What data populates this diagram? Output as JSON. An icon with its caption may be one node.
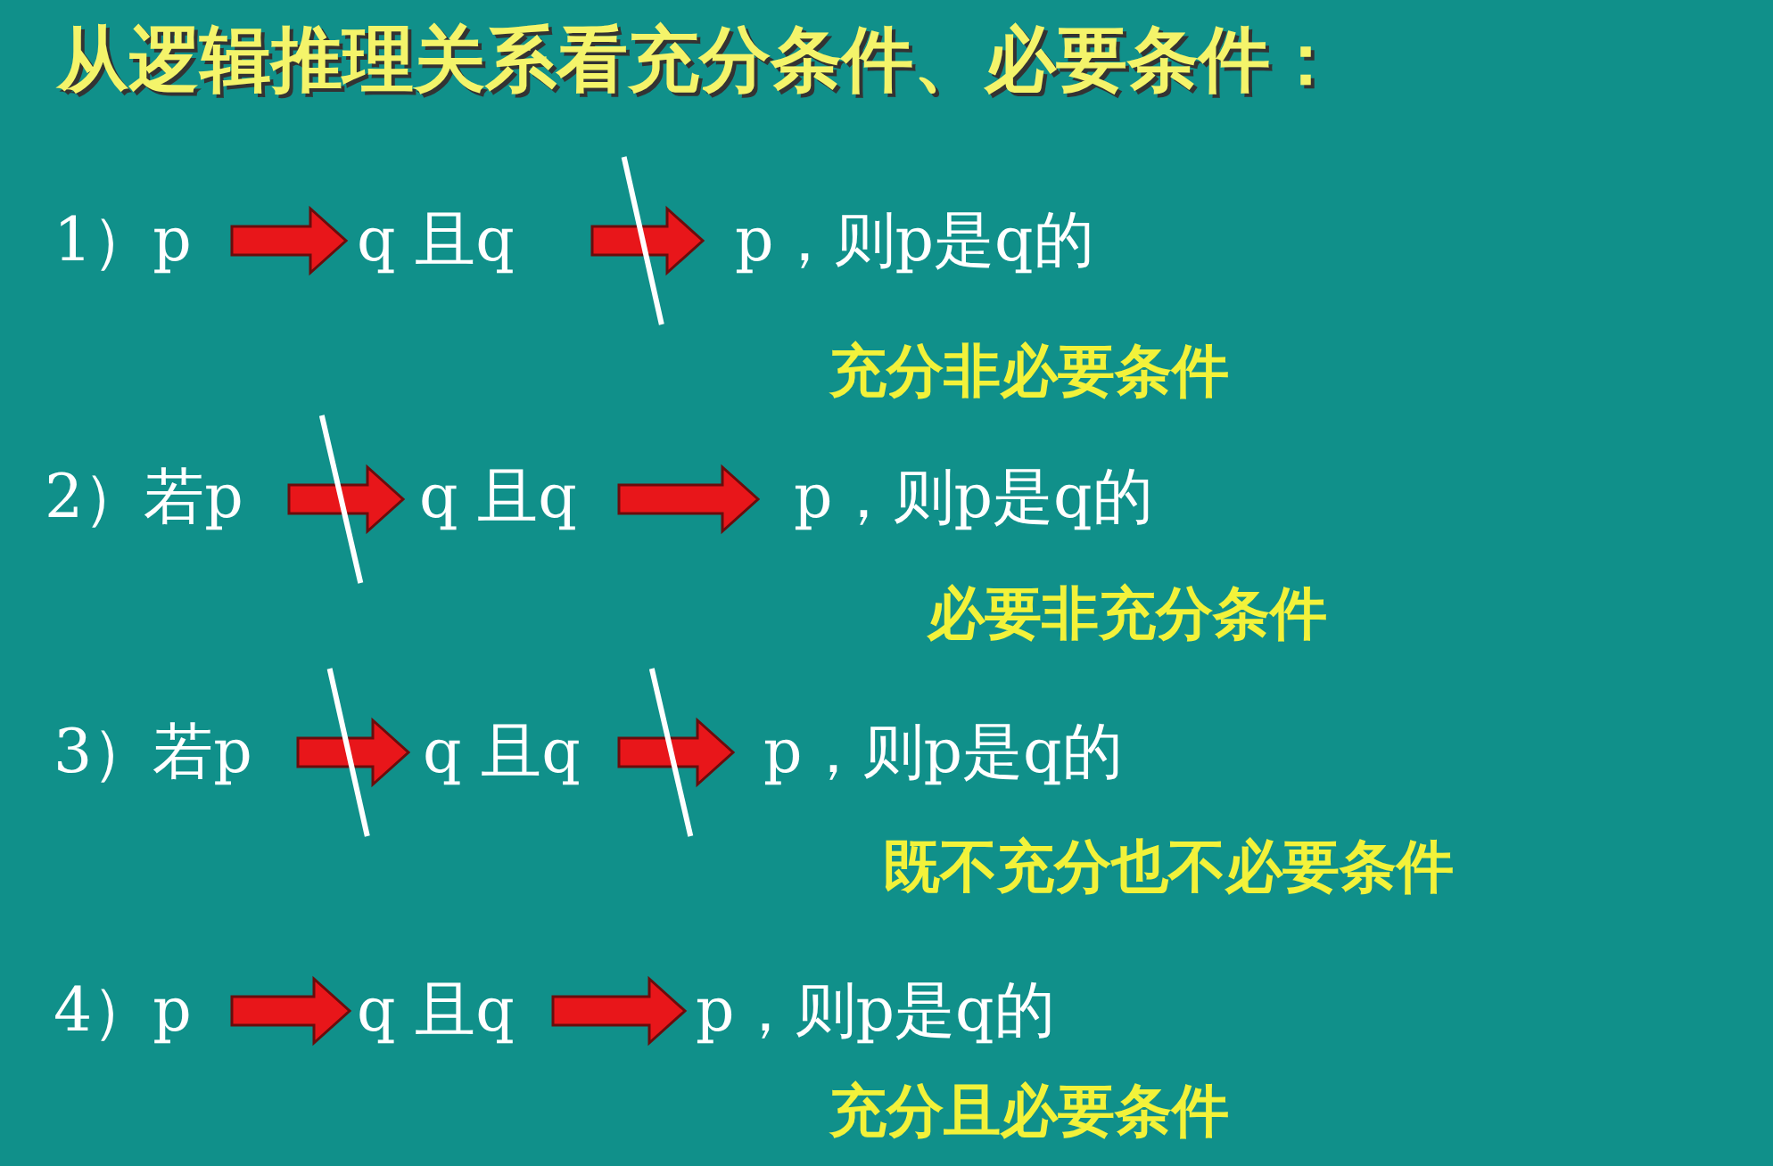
{
  "diagram": {
    "title": "从逻辑推理关系看充分条件、必要条件：",
    "labels": [
      "1）p",
      "q 且q",
      "p，则p是q的",
      "充分非必要条件",
      "2）若p",
      "q 且q",
      "p，则p是q的",
      "必要非充分条件",
      "3）若p",
      "q 且q",
      "p，则p是q的",
      "既不充分也不必要条件",
      "4）p",
      "q 且q",
      "p，则p是q的",
      "充分且必要条件"
    ]
  }
}
